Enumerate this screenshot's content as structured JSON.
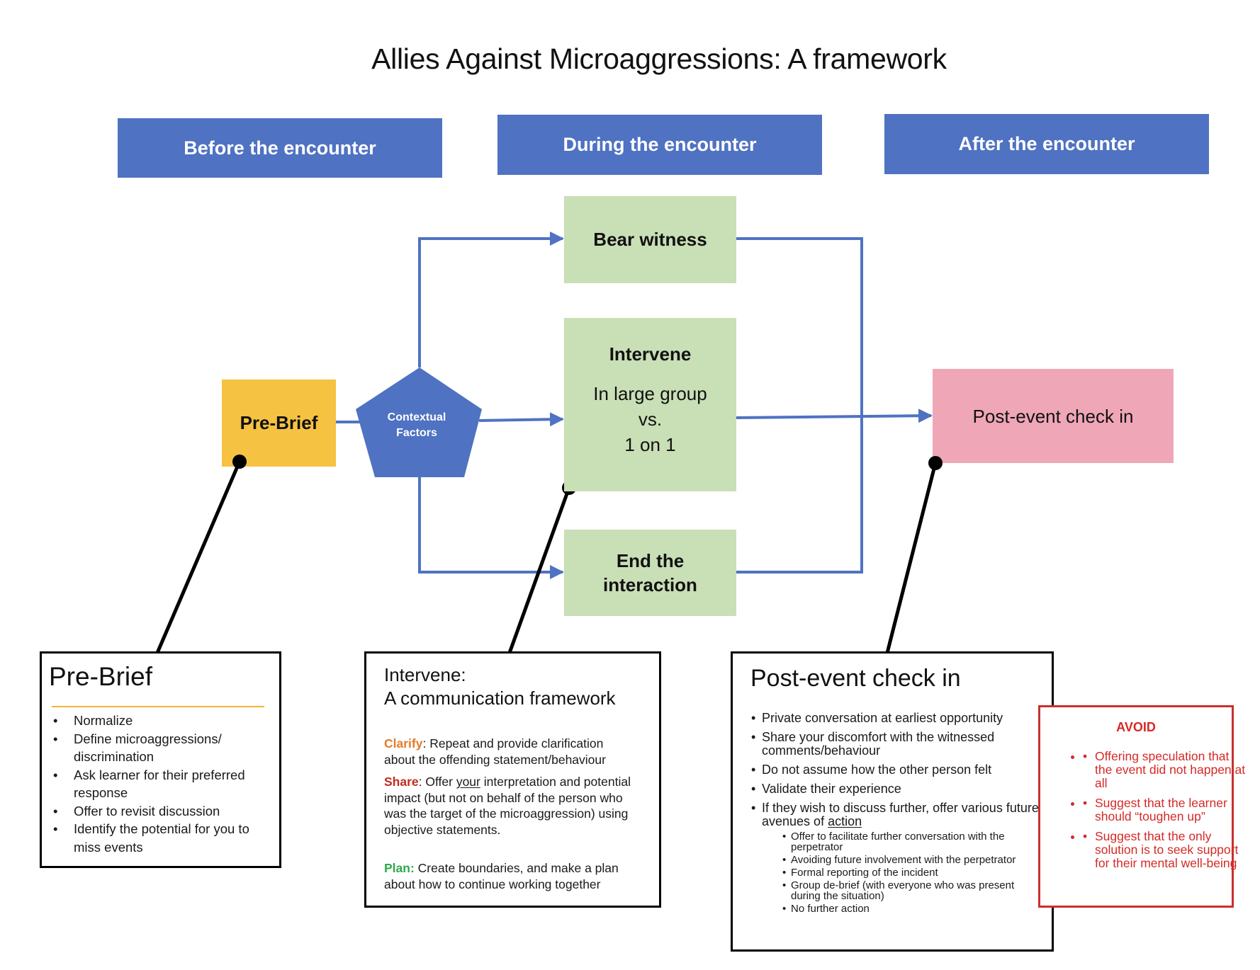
{
  "title": "Allies Against Microaggressions: A framework",
  "phases": {
    "before": "Before the encounter",
    "during": "During the encounter",
    "after": "After the encounter"
  },
  "nodes": {
    "prebrief": "Pre-Brief",
    "contextual_line1": "Contextual",
    "contextual_line2": "Factors",
    "bear_witness": "Bear witness",
    "intervene_title": "Intervene",
    "intervene_line1": "In large group",
    "intervene_line2": "vs.",
    "intervene_line3": "1 on 1",
    "end_line1": "End the",
    "end_line2": "interaction",
    "post_event": "Post-event check in"
  },
  "prebrief_panel": {
    "title": "Pre-Brief",
    "items": [
      "Normalize",
      "Define microaggressions/ discrimination",
      "Ask learner for their preferred response",
      "Offer to revisit discussion",
      "Identify the potential for you to miss events"
    ]
  },
  "intervene_panel": {
    "title_line1": "Intervene:",
    "title_line2": "A communication framework",
    "clarify_key": "Clarify",
    "clarify_text": ": Repeat and provide clarification about the offending statement/behaviour",
    "share_key": "Share",
    "share_text1": ": Offer ",
    "share_underlined": "your",
    "share_text2": " interpretation and potential impact (but not on behalf of the person who was the target of the microaggression) using objective statements.",
    "plan_key": "Plan:",
    "plan_text": " Create boundaries, and make a plan about how to continue working together"
  },
  "post_panel": {
    "title": "Post-event check in",
    "items": [
      "Private conversation at earliest opportunity",
      "Share your discomfort with the witnessed comments/behaviour",
      "Do not assume how the other person felt",
      "Validate their experience"
    ],
    "item5_text": "If they wish to discuss further, offer various future avenues of ",
    "item5_underlined": "action",
    "sub_items": [
      "Offer to facilitate further conversation with the perpetrator",
      "Avoiding future involvement with the perpetrator",
      "Formal reporting of the incident",
      "Group de-brief (with everyone who was present during the situation)",
      "No further action"
    ]
  },
  "avoid_panel": {
    "heading": "AVOID",
    "items": [
      "Offering speculation that the event did not happen at all",
      "Suggest that the learner should “toughen up”",
      "Suggest that the only solution is to seek support for their mental well-being"
    ]
  },
  "colors": {
    "phase_header": "#4f72c2",
    "prebrief": "#f5c242",
    "contextual": "#4f72c2",
    "action_boxes": "#c9dfb6",
    "post_event": "#efa7b8",
    "arrows": "#4f72c2",
    "avoid": "#d42a27",
    "clarify": "#e37b29",
    "share": "#c42a1e",
    "plan": "#2fa84f"
  }
}
